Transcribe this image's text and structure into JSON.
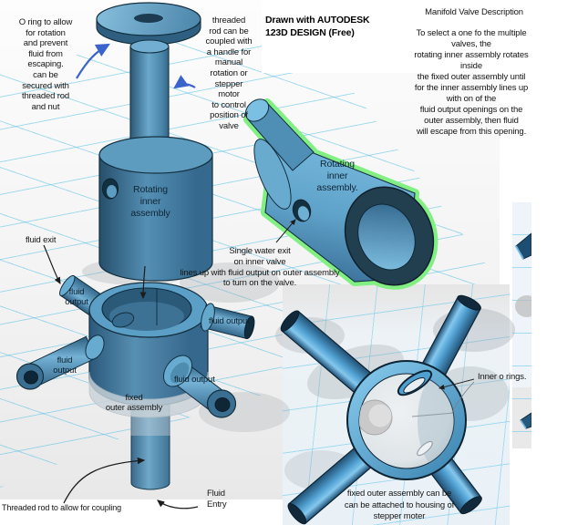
{
  "header": {
    "drawn_with": "Drawn with AUTODESK\n123D DESIGN (Free)",
    "description_title": "Manifold Valve Description",
    "description_body": "To select a one fo the multiple valves, the\nrotating inner assembly rotates inside\nthe fixed outer assembly until\nfor the inner assembly lines up with on of the\nfluid output openings on the outer assembly, then fluid\nwill escape from this opening."
  },
  "annotations": {
    "o_ring_note": "O ring to allow\nfor rotation\nand prevent\nfluid from\nescaping.\ncan be\nsecured with\nthreaded rod\nand nut",
    "threaded_rod_note": "threaded\nrod can be\ncoupled with\na handle for\nmanual\nrotation or\nstepper\nmotor\nto control\nposition of\nvalve",
    "fluid_exit": "fluid exit",
    "single_water_exit": "Single water exit\non inner valve\nlines up with fluid output on outer assembly\nto turn on the valve.",
    "fluid_entry": "Fluid\nEntry",
    "threaded_rod_coupling": "Threaded rod to allow for coupling",
    "inner_o_rings": "Inner o rings.",
    "stepper_housing": "fixed outer assembly can be\ncan be attached to housing of\nstepper moter"
  },
  "model_labels": {
    "rotating_inner": "Rotating\ninner\nassembly",
    "rotating_inner_alt": "Rotating\ninner\nassembly.",
    "fixed_outer": "fixed\nouter assembly",
    "fluid_output_top_left": "fluid\noutput",
    "fluid_output_left": "fluid\noutput",
    "fluid_output_right_upper": "fluid output",
    "fluid_output_right_lower": "fluid output"
  },
  "colors": {
    "model_blue": "#4e8cb0",
    "bright_blue": "#55a8d8",
    "highlight_green": "#82ef82",
    "grid_cyan": "#54bee4",
    "annotation_ink": "#151515",
    "arrow_blue": "#3a63cc"
  }
}
